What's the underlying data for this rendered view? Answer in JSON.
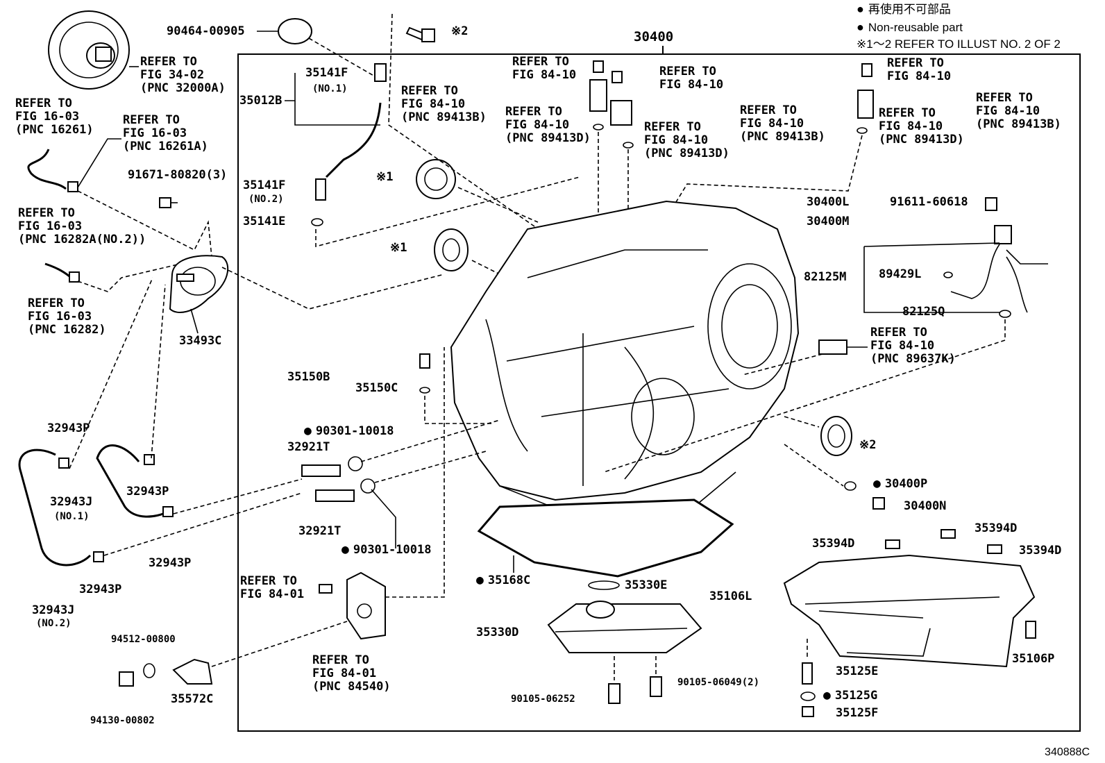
{
  "legend": {
    "jp": "再使用不可部品",
    "en": "Non-reusable part",
    "note": "※1～2 REFER TO ILLUST NO. 2 OF 2"
  },
  "figure_id": "340888C",
  "frame_label": "30400",
  "labels": {
    "l_90464": "90464-00905",
    "l_x2_top": "※2",
    "l_refer_3402": "REFER TO\nFIG 34-02\n(PNC 32000A)",
    "l_refer_1603_a": "REFER TO\nFIG 16-03\n(PNC 16261)",
    "l_refer_1603_b": "REFER TO\nFIG 16-03\n(PNC 16261A)",
    "l_91671": "91671-80820(3)",
    "l_refer_1603_c": "REFER TO\nFIG 16-03\n(PNC 16282A(NO.2))",
    "l_refer_1603_d": "REFER TO\nFIG 16-03\n(PNC 16282)",
    "l_33493c": "33493C",
    "l_32943p_a": "32943P",
    "l_32943p_b": "32943P",
    "l_32943j_1": "32943J",
    "l_no1_j": "(NO.1)",
    "l_32943p_c": "32943P",
    "l_32943p_d": "32943P",
    "l_32943j_2": "32943J",
    "l_no2_j": "(NO.2)",
    "l_35141f_1": "35141F",
    "l_no1_f": "(NO.1)",
    "l_35012b": "35012B",
    "l_35141f_2": "35141F",
    "l_no2_f": "(NO.2)",
    "l_35141e": "35141E",
    "l_x1_a": "※1",
    "l_x1_b": "※1",
    "l_refer_8410_a": "REFER TO\nFIG 84-10\n(PNC 89413B)",
    "l_refer_8410_top": "REFER TO\nFIG 84-10",
    "l_refer_8410_b": "REFER TO\nFIG 84-10\n(PNC 89413D)",
    "l_refer_8410_c": "REFER TO\nFIG 84-10",
    "l_refer_8410_d": "REFER TO\nFIG 84-10\n(PNC 89413B)",
    "l_refer_8410_e": "REFER TO\nFIG 84-10\n(PNC 89413D)",
    "l_refer_8410_f": "REFER TO\nFIG 84-10",
    "l_refer_8410_g": "REFER TO\nFIG 84-10\n(PNC 89413B)",
    "l_refer_8410_h": "REFER TO\nFIG 84-10\n(PNC 89413D)",
    "l_30400l": "30400L",
    "l_30400m": "30400M",
    "l_91611": "91611-60618",
    "l_82125m": "82125M",
    "l_89429l": "89429L",
    "l_82125q": "82125Q",
    "l_refer_8410_k": "REFER TO\nFIG 84-10\n(PNC 89637K)",
    "l_35150b": "35150B",
    "l_35150c": "35150C",
    "l_90301_a": "90301-10018",
    "l_32921t_a": "32921T",
    "l_32921t_b": "32921T",
    "l_90301_b": "90301-10018",
    "l_x2_side": "※2",
    "l_30400p": "30400P",
    "l_30400n": "30400N",
    "l_35394d_a": "35394D",
    "l_35394d_b": "35394D",
    "l_35394d_c": "35394D",
    "l_35168c": "35168C",
    "l_35330e": "35330E",
    "l_35106l": "35106L",
    "l_refer_8401_a": "REFER TO\nFIG 84-01",
    "l_refer_8401_b": "REFER TO\nFIG 84-01\n(PNC 84540)",
    "l_35330d": "35330D",
    "l_35106p": "35106P",
    "l_94512": "94512-00800",
    "l_35125e": "35125E",
    "l_35125g": "35125G",
    "l_35125f": "35125F",
    "l_90105_a": "90105-06049(2)",
    "l_90105_b": "90105-06252",
    "l_94130": "94130-00802",
    "l_35572c": "35572C"
  }
}
